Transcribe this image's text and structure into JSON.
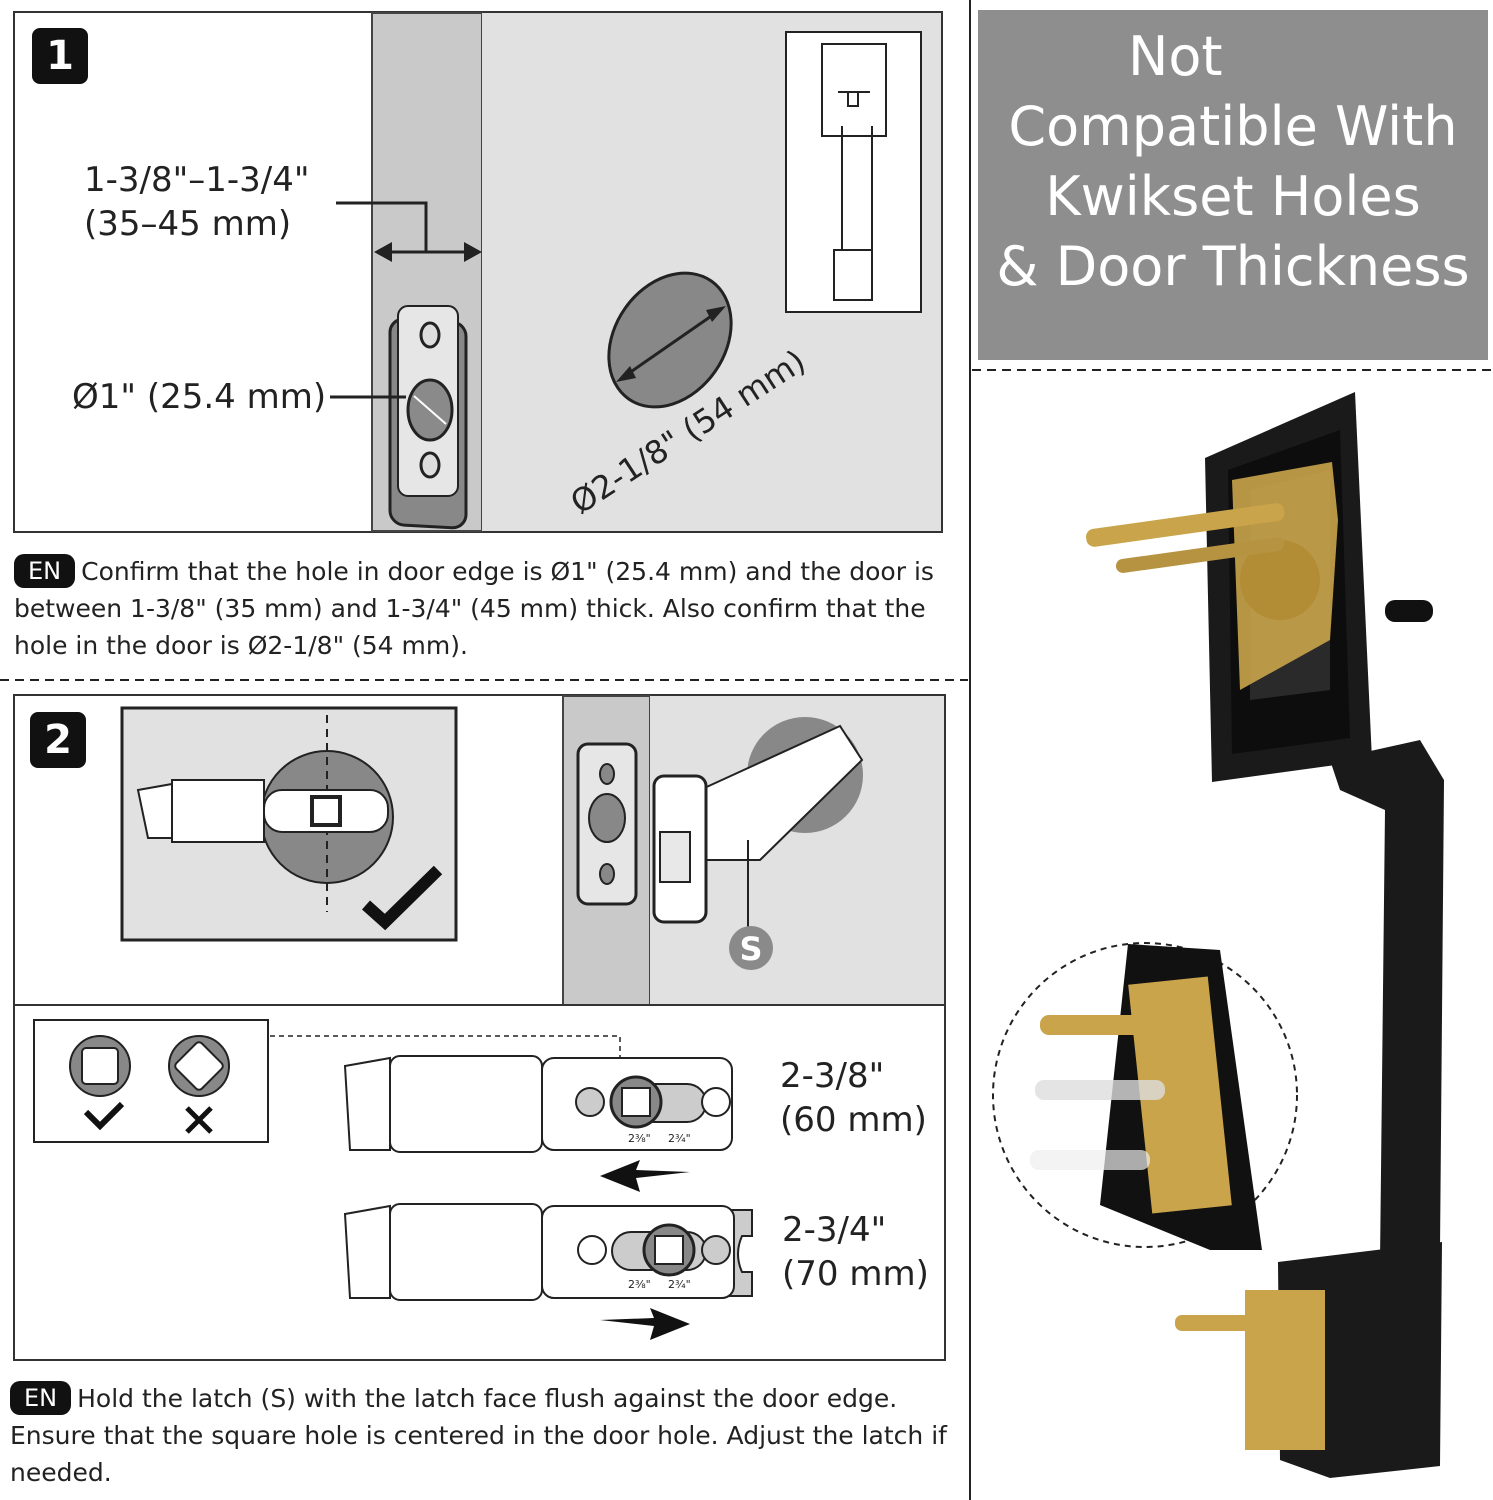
{
  "step1": {
    "number": "1",
    "door_thickness_label": "1-3/8\"–1-3/4\"",
    "door_thickness_mm": "(35–45 mm)",
    "edge_hole_label": "Ø1\" (25.4 mm)",
    "face_hole_label": "Ø2-1/8\" (54 mm)",
    "lang": "EN",
    "instruction": "Confirm that the hole in door edge is Ø1\" (25.4 mm) and the door is between 1-3/8\" (35 mm) and 1-3/4\" (45 mm) thick. Also confirm that the hole in the door is Ø2-1/8\" (54 mm)."
  },
  "step2": {
    "number": "2",
    "latch_marker": "S",
    "backset_short_label": "2-3/8\"",
    "backset_short_mm": "(60 mm)",
    "backset_long_label": "2-3/4\"",
    "backset_long_mm": "(70 mm)",
    "latch_tick_1": "2⅜\"",
    "latch_tick_2": "2¾\"",
    "lang": "EN",
    "instruction": "Hold the latch (S) with the latch face flush against the door edge. Ensure that the square hole is centered in the door hole. Adjust the latch if needed."
  },
  "warning": {
    "icon": "warning-triangle-icon",
    "line1": "Not",
    "line2": "Compatible With",
    "line3": "Kwikset Holes",
    "line4": "& Door Thickness"
  },
  "colors": {
    "warning_bg": "#8e8e8e",
    "warning_yellow": "#f5e300",
    "handle": "#1a1a1a",
    "brass": "#c9a44a"
  }
}
